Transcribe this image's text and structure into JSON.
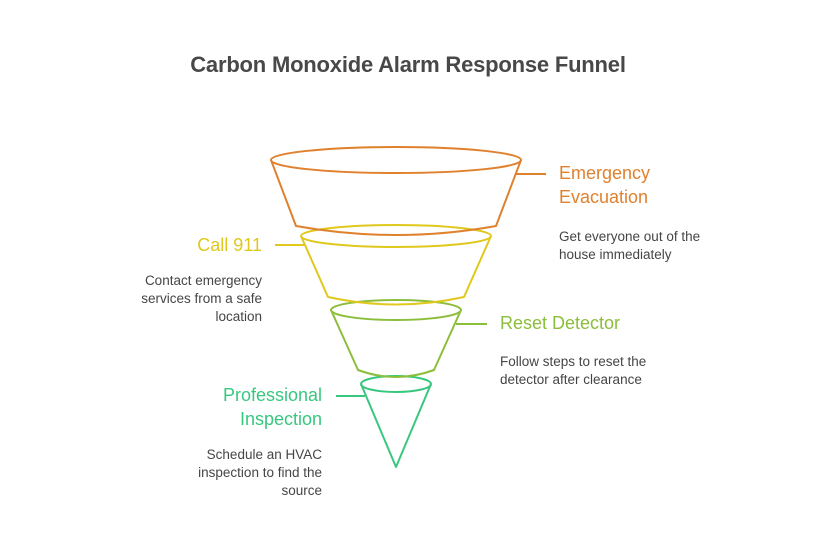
{
  "title": "Carbon Monoxide Alarm Response Funnel",
  "colors": {
    "stage1": "#E0812E",
    "stage2": "#E0C81C",
    "stage3": "#8BBE3A",
    "stage4": "#38C77F",
    "text": "#454545",
    "title": "#484848"
  },
  "stages": [
    {
      "label_line1": "Emergency",
      "label_line2": "Evacuation",
      "desc_line1": "Get everyone out of the",
      "desc_line2": "house immediately",
      "side": "right"
    },
    {
      "label_line1": "Call 911",
      "desc_line1": "Contact emergency",
      "desc_line2": "services from a safe",
      "desc_line3": "location",
      "side": "left"
    },
    {
      "label_line1": "Reset Detector",
      "desc_line1": "Follow steps to reset the",
      "desc_line2": "detector after clearance",
      "side": "right"
    },
    {
      "label_line1": "Professional",
      "label_line2": "Inspection",
      "desc_line1": "Schedule an HVAC",
      "desc_line2": "inspection to find the",
      "desc_line3": "source",
      "side": "left"
    }
  ]
}
